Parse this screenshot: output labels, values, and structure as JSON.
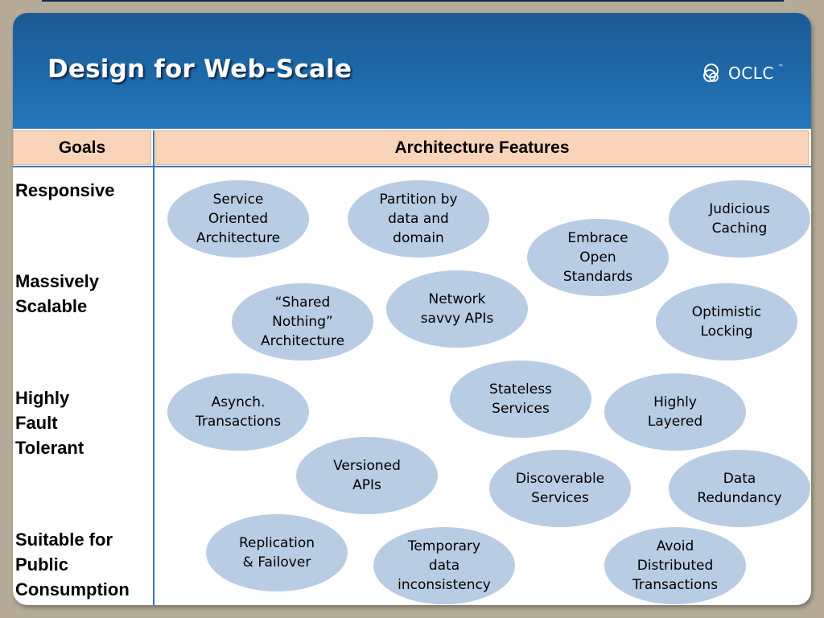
{
  "slide": {
    "title": "Design for Web-Scale",
    "logo_text": "OCLC",
    "logo_tm": "™"
  },
  "table": {
    "goals_header": "Goals",
    "features_header": "Architecture Features"
  },
  "goals": [
    "Responsive",
    "Massively\nScalable",
    "Highly\nFault\nTolerant",
    "Suitable for\nPublic\nConsumption"
  ],
  "features": [
    "Service\nOriented\nArchitecture",
    "Partition by\ndata and\ndomain",
    "Judicious\nCaching",
    "Embrace\nOpen\nStandards",
    "“Shared\nNothing”\nArchitecture",
    "Network\nsavvy APIs",
    "Optimistic\nLocking",
    "Asynch.\nTransactions",
    "Stateless\nServices",
    "Highly\nLayered",
    "Versioned\nAPIs",
    "Discoverable\nServices",
    "Data\nRedundancy",
    "Replication\n& Failover",
    "Temporary\ndata\ninconsistency",
    "Avoid\nDistributed\nTransactions"
  ],
  "colors": {
    "header_blue": "#1f6aab",
    "header_cell": "#f9d4b9",
    "ellipse_fill": "#b8cce4",
    "rule_blue": "#3a72b0"
  }
}
